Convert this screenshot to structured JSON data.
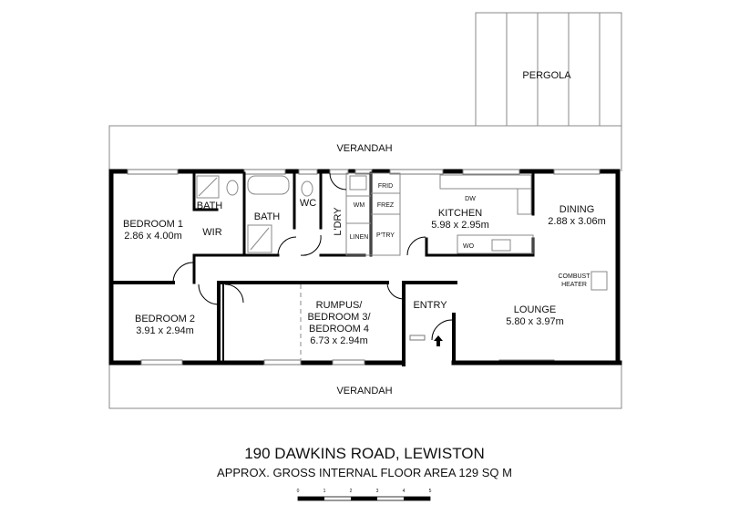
{
  "rooms": {
    "pergola": "PERGOLA",
    "verandah_top": "VERANDAH",
    "verandah_bottom": "VERANDAH",
    "bedroom1": {
      "name": "BEDROOM 1",
      "size": "2.86 x 4.00m"
    },
    "bath1": "BATH",
    "wir": "WIR",
    "bath2": "BATH",
    "wc": "WC",
    "laundry": "L'DRY",
    "wm": "WM",
    "linen": "LINEN",
    "frid": "FRID",
    "frez": "FREZ",
    "ptry": "P'TRY",
    "kitchen": {
      "name": "KITCHEN",
      "size": "5.98 x 2.95m"
    },
    "dw": "DW",
    "wo": "WO",
    "dining": {
      "name": "DINING",
      "size": "2.88 x 3.06m"
    },
    "heater": [
      "COMBUST",
      "HEATER"
    ],
    "bedroom2": {
      "name": "BEDROOM 2",
      "size": "3.91 x 2.94m"
    },
    "rumpus": {
      "lines": [
        "RUMPUS/",
        "BEDROOM 3/",
        "BEDROOM 4"
      ],
      "size": "6.73 x 2.94m"
    },
    "entry": "ENTRY",
    "lounge": {
      "name": "LOUNGE",
      "size": "5.80 x 3.97m"
    }
  },
  "footer": {
    "address": "190 DAWKINS ROAD, LEWISTON",
    "area": "APPROX. GROSS INTERNAL FLOOR AREA  129 SQ M"
  },
  "scale": {
    "ticks": [
      "0",
      "1",
      "2",
      "3",
      "4",
      "5"
    ]
  }
}
